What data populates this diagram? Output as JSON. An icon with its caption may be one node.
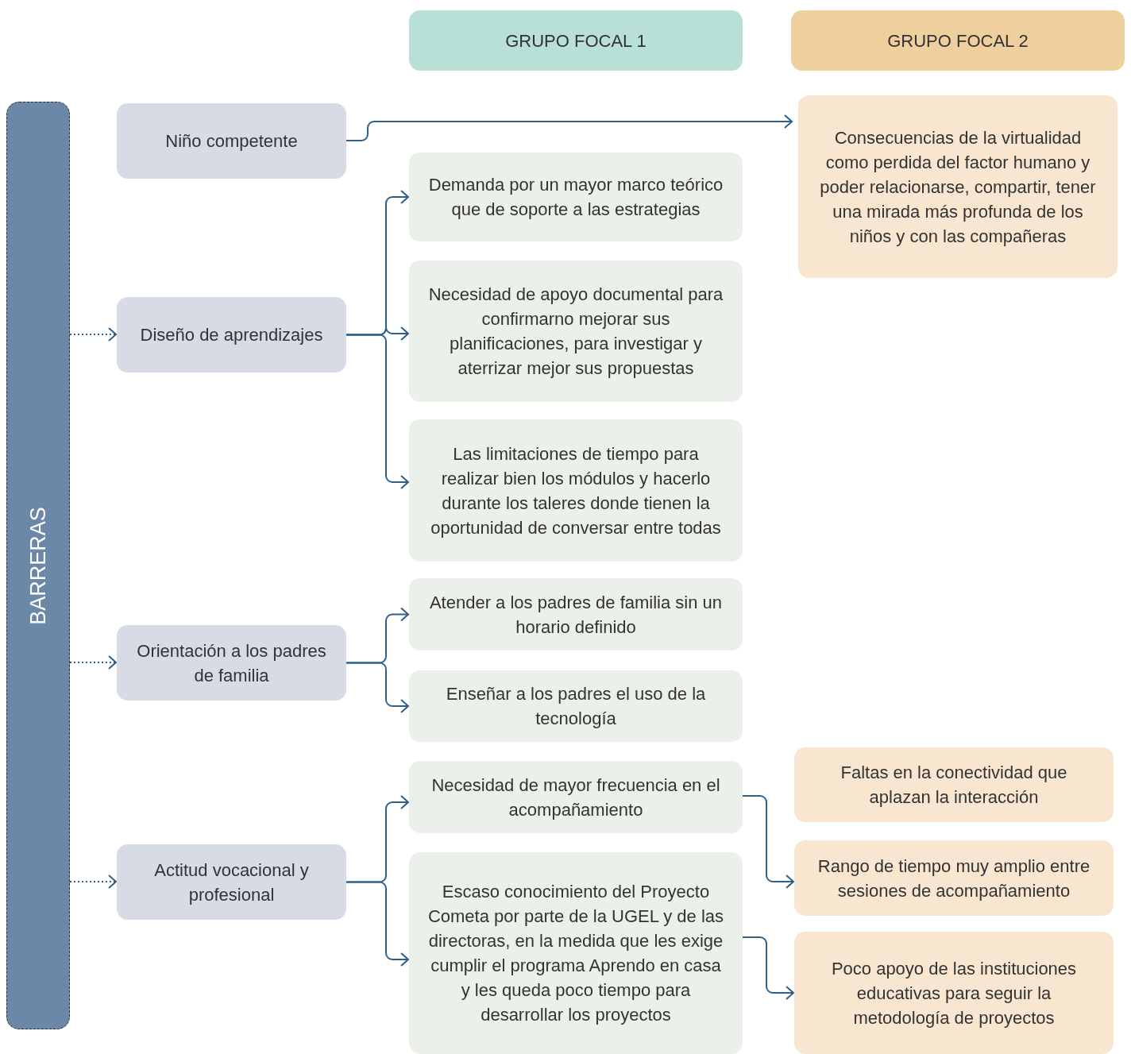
{
  "diagram": {
    "nodes": [
      {
        "text": [
          "BARRERAS"
        ]
      },
      {
        "text": [
          "GRUPO FOCAL 1"
        ]
      },
      {
        "text": [
          "GRUPO FOCAL 2"
        ]
      },
      {
        "text": [
          "Niño competente"
        ]
      },
      {
        "text": [
          "Diseño de aprendizajes"
        ]
      },
      {
        "text": [
          "Orientación a los padres de familia"
        ]
      },
      {
        "text": [
          "Actitud vocacional y profesional"
        ]
      },
      {
        "text": [
          "Demanda por un mayor marco teórico que de soporte a las estrategias"
        ]
      },
      {
        "text": [
          "Necesidad de apoyo documental para confirmarno mejorar sus planificaciones, para investigar y aterrizar mejor sus propuestas"
        ]
      },
      {
        "text": [
          "Las limitaciones de tiempo para realizar bien los módulos y hacerlo durante los taleres donde tienen la oportunidad de conversar entre todas"
        ]
      },
      {
        "text": [
          "Atender a los padres de familia sin un horario definido"
        ]
      },
      {
        "text": [
          "Enseñar a los padres el uso de la tecnología"
        ]
      },
      {
        "text": [
          "Necesidad de mayor frecuencia en el acompañamiento"
        ]
      },
      {
        "text": [
          "Escaso conocimiento del Proyecto Cometa por parte de la UGEL y de las directoras, en la medida que les exige cumplir el programa Aprendo en casa y les queda poco tiempo para desarrollar los proyectos"
        ]
      },
      {
        "text": [
          "Consecuencias de la virtualidad como perdida del factor humano y poder relacionarse, compartir, tener una mirada más profunda de los niños y con las compañeras"
        ]
      },
      {
        "text": [
          "Faltas en la conectividad que aplazan la interacción"
        ]
      },
      {
        "text": [
          "Rango de tiempo muy amplio entre sesiones de acompañamiento"
        ]
      },
      {
        "text": [
          "Poco apoyo de las instituciones educativas para seguir la metodología de proyectos"
        ]
      }
    ],
    "edges": [
      {
        "from": 0,
        "to": 4,
        "arrow": "to",
        "style": "dashed"
      },
      {
        "from": 0,
        "to": 5,
        "arrow": "to",
        "style": "dashed"
      },
      {
        "from": 0,
        "to": 6,
        "arrow": "to",
        "style": "dashed"
      },
      {
        "from": 3,
        "to": 14,
        "arrow": "to"
      },
      {
        "from": 4,
        "to": 7,
        "arrow": "to"
      },
      {
        "from": 4,
        "to": 8,
        "arrow": "to"
      },
      {
        "from": 4,
        "to": 9,
        "arrow": "to"
      },
      {
        "from": 5,
        "to": 10,
        "arrow": "to"
      },
      {
        "from": 5,
        "to": 11,
        "arrow": "to"
      },
      {
        "from": 6,
        "to": 12,
        "arrow": "to"
      },
      {
        "from": 6,
        "to": 13,
        "arrow": "to"
      },
      {
        "from": 12,
        "to": 16,
        "arrow": "to"
      },
      {
        "from": 13,
        "to": 17,
        "arrow": "to"
      }
    ]
  }
}
